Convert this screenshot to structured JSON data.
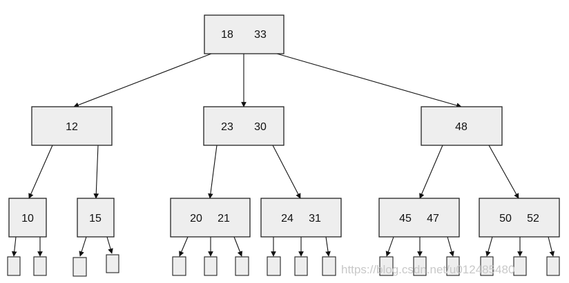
{
  "diagram": {
    "root": {
      "keys": [
        "18",
        "33"
      ]
    },
    "level1": [
      {
        "keys": [
          "12"
        ]
      },
      {
        "keys": [
          "23",
          "30"
        ]
      },
      {
        "keys": [
          "48"
        ]
      }
    ],
    "level2": [
      {
        "keys": [
          "10"
        ]
      },
      {
        "keys": [
          "15"
        ]
      },
      {
        "keys": [
          "20",
          "21"
        ]
      },
      {
        "keys": [
          "24",
          "31"
        ]
      },
      {
        "keys": [
          "45",
          "47"
        ]
      },
      {
        "keys": [
          "50",
          "52"
        ]
      }
    ],
    "leaf_count": 16
  },
  "watermark": "https://blog.csdn.net/u012485480",
  "colors": {
    "node_fill": "#eeeeee",
    "stroke": "#222222",
    "watermark": "#c8c8c8"
  }
}
